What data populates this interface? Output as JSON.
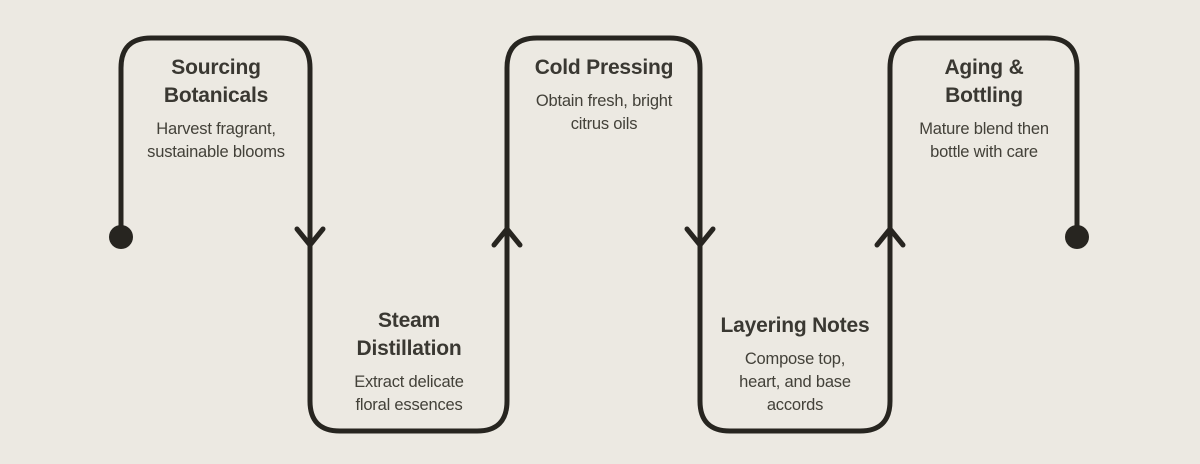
{
  "colors": {
    "background": "#ece9e2",
    "line": "#272520",
    "title": "#3a3832",
    "desc": "#434139"
  },
  "diagram": {
    "name": "perfume-making-process-flow",
    "stages": [
      {
        "title": "Sourcing\nBotanicals",
        "description": "Harvest fragrant,\nsustainable blooms",
        "position": "top"
      },
      {
        "title": "Steam\nDistillation",
        "description": "Extract delicate\nfloral essences",
        "position": "bottom"
      },
      {
        "title": "Cold Pressing",
        "description": "Obtain fresh, bright\ncitrus oils",
        "position": "top"
      },
      {
        "title": "Layering Notes",
        "description": "Compose top,\nheart, and base\naccords",
        "position": "bottom"
      },
      {
        "title": "Aging &\nBottling",
        "description": "Mature blend then\nbottle with care",
        "position": "top"
      }
    ]
  }
}
